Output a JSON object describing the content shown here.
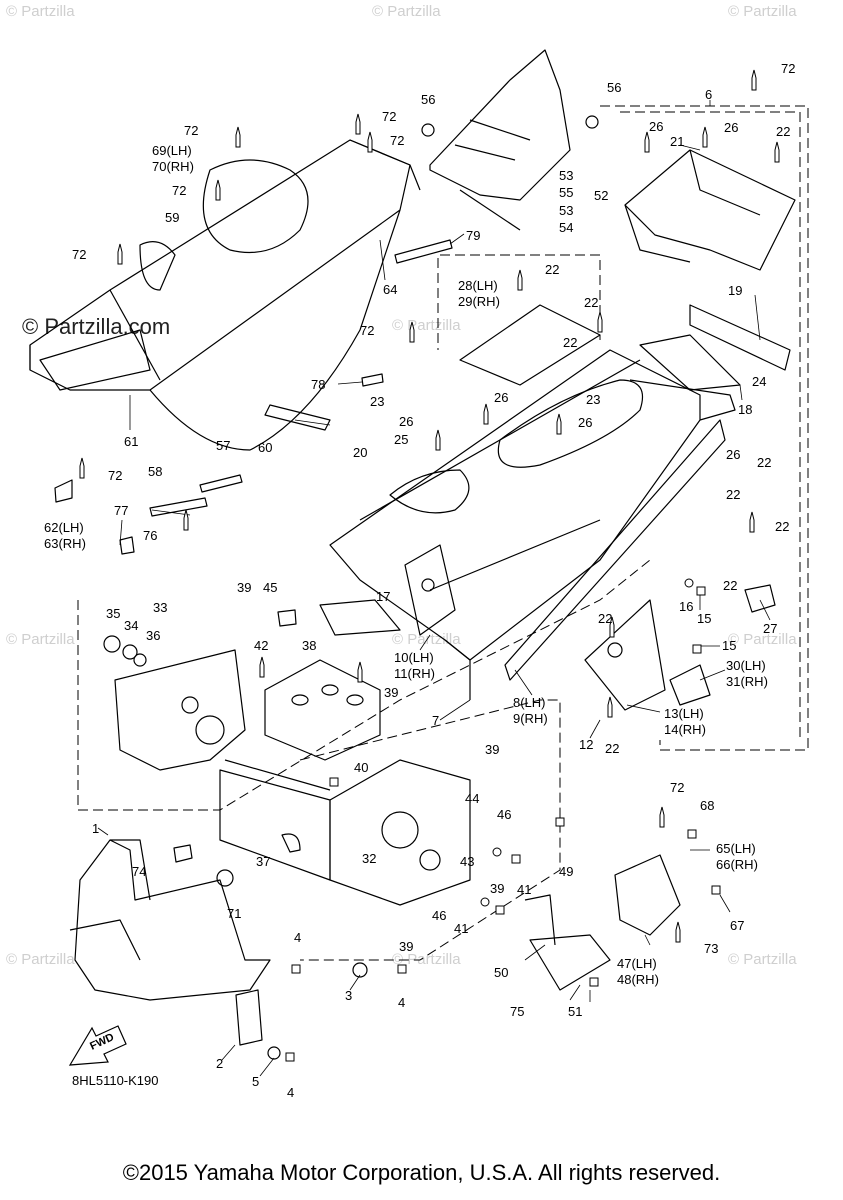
{
  "watermark": {
    "corner_label": "© Partzilla",
    "main_label": "© Partzilla.com"
  },
  "diagram_code": "8HL5110-K190",
  "fwd_label": "FWD",
  "copyright": "©2015 Yamaha Motor Corporation, U.S.A. All rights reserved.",
  "callouts": {
    "c1": "1",
    "c2": "2",
    "c3": "3",
    "c4a": "4",
    "c4b": "4",
    "c4c": "4",
    "c5": "5",
    "c6": "6",
    "c7": "7",
    "c8": "8(LH)",
    "c9": "9(RH)",
    "c10": "10(LH)",
    "c11": "11(RH)",
    "c12": "12",
    "c13": "13(LH)",
    "c14": "14(RH)",
    "c15a": "15",
    "c15b": "15",
    "c16": "16",
    "c17": "17",
    "c18": "18",
    "c19": "19",
    "c20": "20",
    "c21": "21",
    "c22a": "22",
    "c22b": "22",
    "c22c": "22",
    "c22d": "22",
    "c22e": "22",
    "c22f": "22",
    "c22g": "22",
    "c22h": "22",
    "c22i": "22",
    "c22j": "22",
    "c22k": "22",
    "c23a": "23",
    "c23b": "23",
    "c24": "24",
    "c25": "25",
    "c26a": "26",
    "c26b": "26",
    "c26c": "26",
    "c26d": "26",
    "c26e": "26",
    "c26f": "26",
    "c27": "27",
    "c28": "28(LH)",
    "c29": "29(RH)",
    "c30": "30(LH)",
    "c31": "31(RH)",
    "c32": "32",
    "c33": "33",
    "c34": "34",
    "c35": "35",
    "c36": "36",
    "c37": "37",
    "c38": "38",
    "c39a": "39",
    "c39b": "39",
    "c39c": "39",
    "c39d": "39",
    "c39e": "39",
    "c40": "40",
    "c41a": "41",
    "c41b": "41",
    "c42": "42",
    "c43": "43",
    "c44": "44",
    "c45": "45",
    "c46a": "46",
    "c46b": "46",
    "c47": "47(LH)",
    "c48": "48(RH)",
    "c49": "49",
    "c50": "50",
    "c51": "51",
    "c52": "52",
    "c53a": "53",
    "c53b": "53",
    "c54": "54",
    "c55": "55",
    "c56a": "56",
    "c56b": "56",
    "c57": "57",
    "c58": "58",
    "c59": "59",
    "c60": "60",
    "c61": "61",
    "c62": "62(LH)",
    "c63": "63(RH)",
    "c64": "64",
    "c65": "65(LH)",
    "c66": "66(RH)",
    "c67": "67",
    "c68": "68",
    "c69": "69(LH)",
    "c70": "70(RH)",
    "c71": "71",
    "c72a": "72",
    "c72b": "72",
    "c72c": "72",
    "c72d": "72",
    "c72e": "72",
    "c72f": "72",
    "c72g": "72",
    "c72h": "72",
    "c72i": "72",
    "c73": "73",
    "c74": "74",
    "c75": "75",
    "c76": "76",
    "c77": "77",
    "c78": "78",
    "c79": "79"
  }
}
